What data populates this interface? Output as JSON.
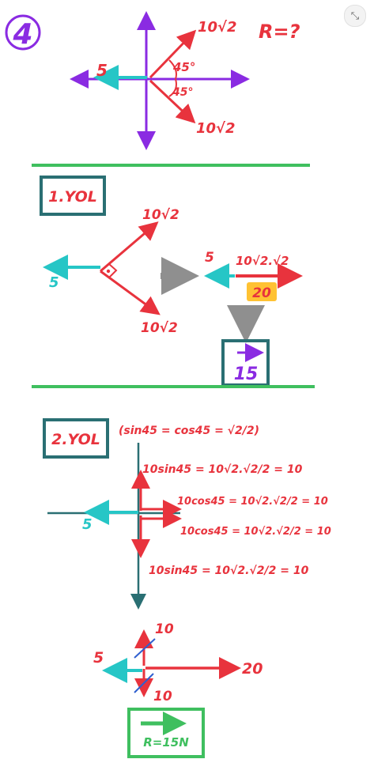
{
  "problem": {
    "number": "4",
    "question": "R=?",
    "label_top": "10√2",
    "label_bottom": "10√2",
    "label_left": "5",
    "angle_top": "45°",
    "angle_bottom": "45°"
  },
  "method1": {
    "title": "1.YOL",
    "label_top": "10√2",
    "label_bottom": "10√2",
    "label_left": "5",
    "combined_label_left": "5",
    "combined_expr": "10√2.√2",
    "combined_value": "20",
    "result": "15"
  },
  "method2": {
    "title": "2.YOL",
    "identity": "(sin45 = cos45 = √2/2)",
    "eq1": "10sin45 = 10√2.√2/2 = 10",
    "eq2": "10cos45 = 10√2.√2/2 = 10",
    "eq3": "10cos45 = 10√2.√2/2 = 10",
    "eq4": "10sin45 = 10√2.√2/2 = 10",
    "label_left": "5"
  },
  "final": {
    "up": "10",
    "down": "10",
    "left": "5",
    "right": "20",
    "result": "R=15N"
  },
  "colors": {
    "red": "#e8333d",
    "purple": "#8a2be2",
    "cyan": "#26c6c6",
    "teal": "#2a6f73",
    "green": "#3fbf5f",
    "gray": "#8f8f8f",
    "highlight": "#ffc233"
  }
}
